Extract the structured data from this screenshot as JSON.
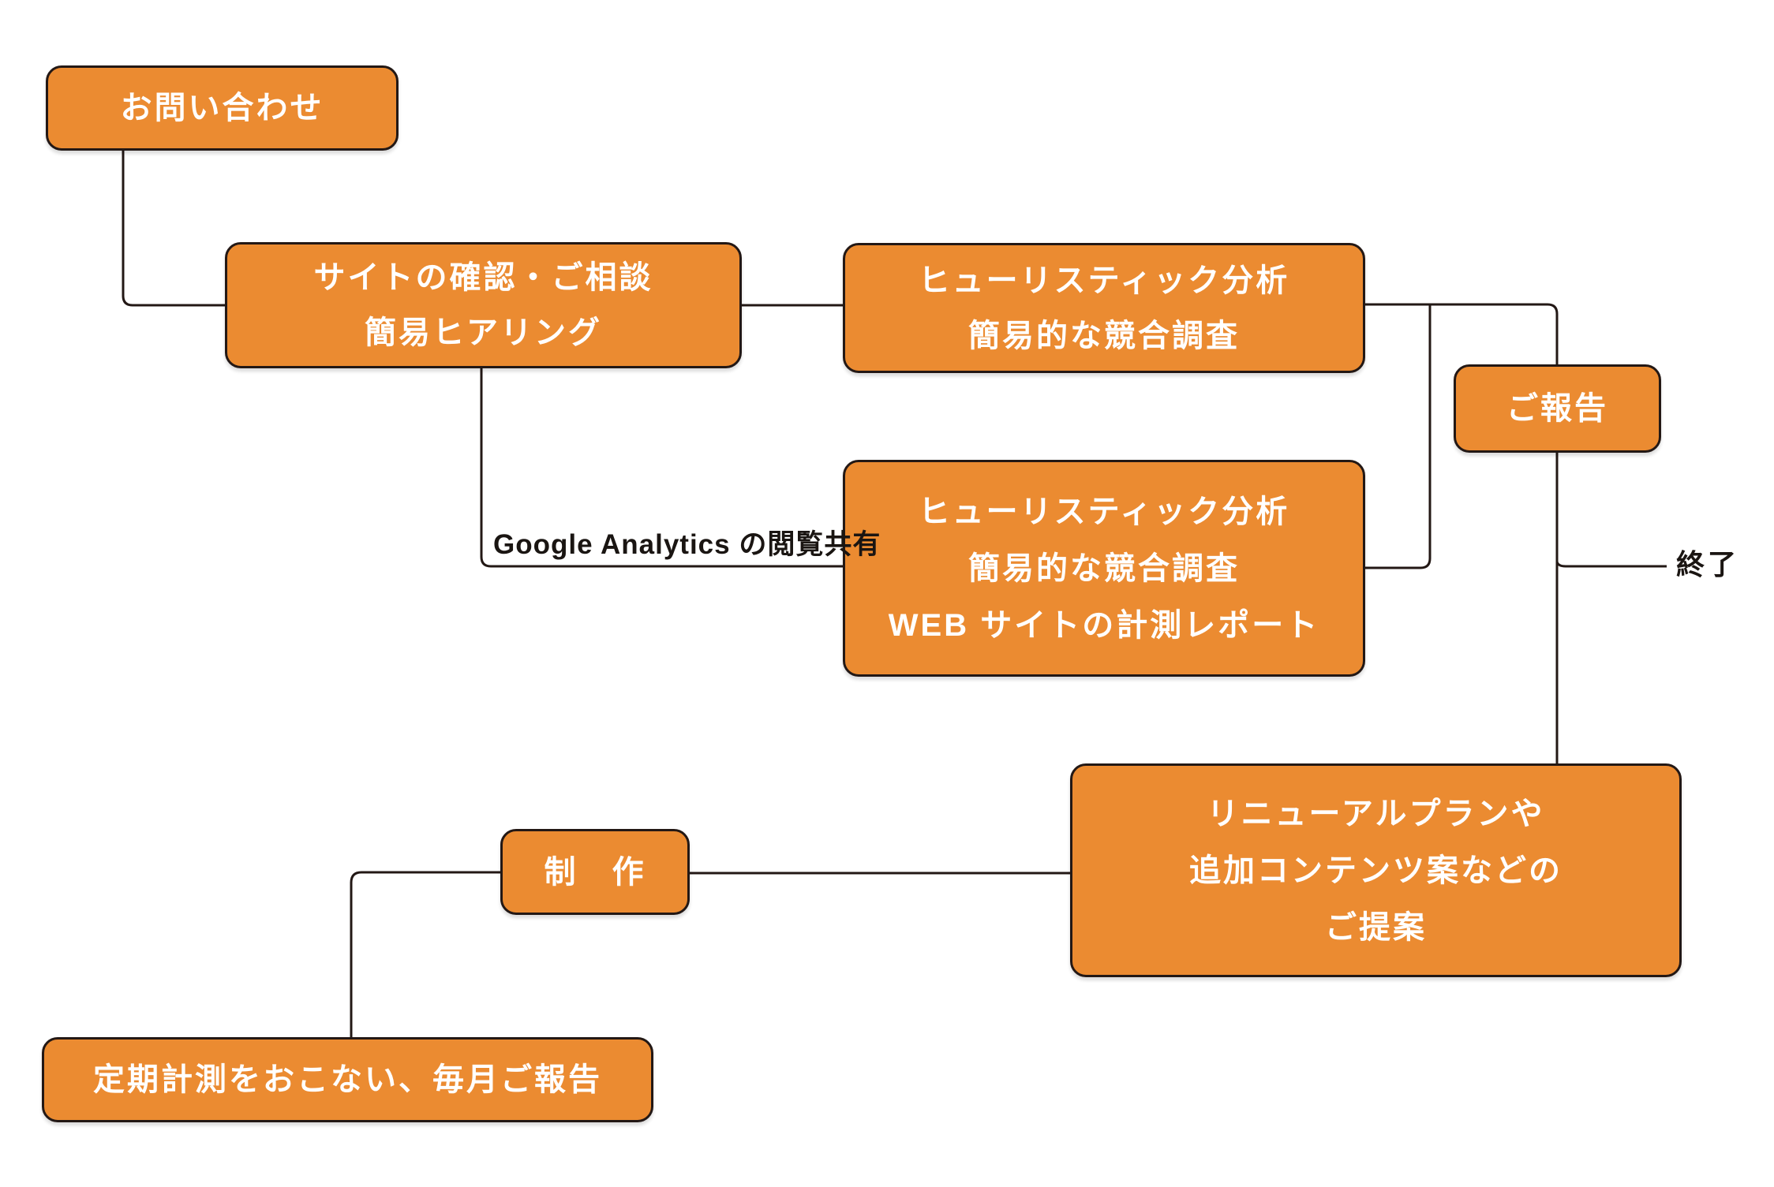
{
  "flowchart": {
    "nodes": [
      {
        "id": "contact",
        "lines": [
          "お問い合わせ"
        ]
      },
      {
        "id": "consult",
        "lines": [
          "サイトの確認・ご相談",
          "簡易ヒアリング"
        ]
      },
      {
        "id": "heuristic-basic",
        "lines": [
          "ヒューリスティック分析",
          "簡易的な競合調査"
        ]
      },
      {
        "id": "report",
        "lines": [
          "ご報告"
        ]
      },
      {
        "id": "heuristic-full",
        "lines": [
          "ヒューリスティック分析",
          "簡易的な競合調査",
          "WEB サイトの計測レポート"
        ]
      },
      {
        "id": "production",
        "lines": [
          "制　作"
        ]
      },
      {
        "id": "proposal",
        "lines": [
          "リニューアルプランや",
          "追加コンテンツ案などの",
          "ご提案"
        ]
      },
      {
        "id": "periodic-report",
        "lines": [
          "定期計測をおこない、毎月ご報告"
        ]
      }
    ],
    "edge_labels": [
      {
        "id": "ga-share",
        "text": "Google Analytics の閲覧共有"
      },
      {
        "id": "end",
        "text": "終了"
      }
    ],
    "colors": {
      "node_fill": "#EB8B31",
      "node_border": "#231815",
      "node_text": "#FFFFFF",
      "connector": "#231815",
      "label_text": "#1A1512",
      "background": "#FFFFFF"
    }
  }
}
